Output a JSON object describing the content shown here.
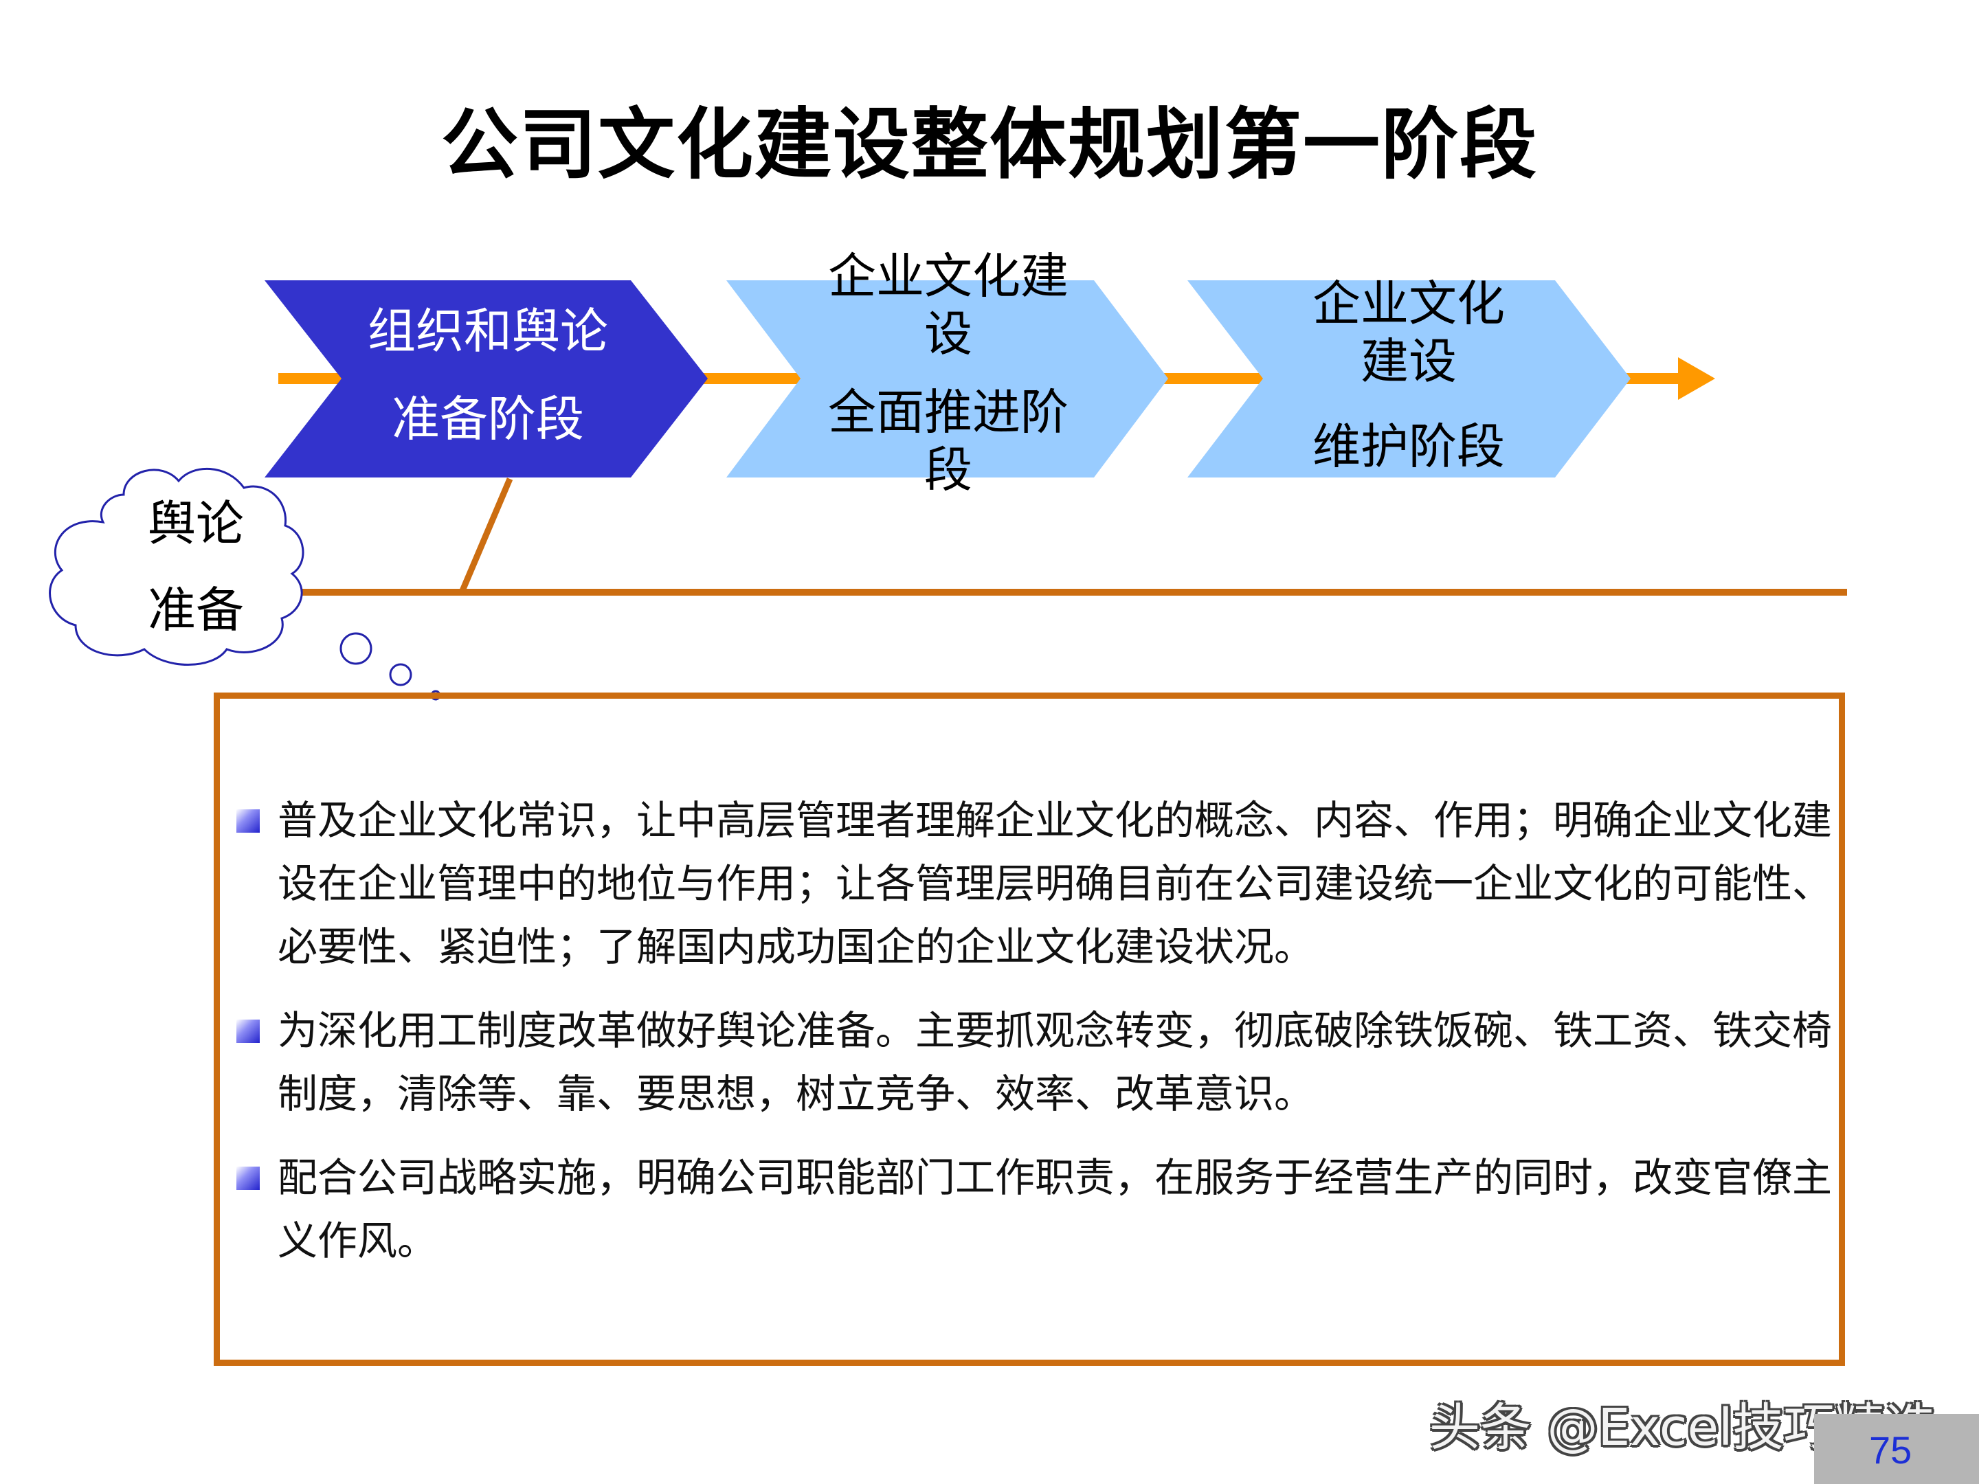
{
  "title": "公司文化建设整体规划第一阶段",
  "stages": [
    {
      "lines": [
        "组织和舆论",
        "准备阶段"
      ]
    },
    {
      "lines": [
        "企业文化建",
        "设",
        "全面推进阶",
        "段"
      ]
    },
    {
      "lines": [
        "企业文化",
        "建设",
        "维护阶段"
      ]
    }
  ],
  "cloud": {
    "lines": [
      "舆论",
      "准备"
    ]
  },
  "bullets": [
    "普及企业文化常识，让中高层管理者理解企业文化的概念、内容、作用；明确企业文化建设在企业管理中的地位与作用；让各管理层明确目前在公司建设统一企业文化的可能性、必要性、紧迫性；了解国内成功国企的企业文化建设状况。",
    "为深化用工制度改革做好舆论准备。主要抓观念转变，彻底破除铁饭碗、铁工资、铁交椅制度，清除等、靠、要思想，树立竞争、效率、改革意识。",
    "配合公司战略实施，明确公司职能部门工作职责，在服务于经营生产的同时，改变官僚主义作风。"
  ],
  "watermark": "头条 @Excel技巧精选",
  "page_number": "75",
  "colors": {
    "stage1_fill": "#3333cc",
    "stage_fill": "#99ccff",
    "arrow": "#ff9900",
    "timeline": "#cc6d10",
    "cloud_outline": "#2222aa"
  }
}
